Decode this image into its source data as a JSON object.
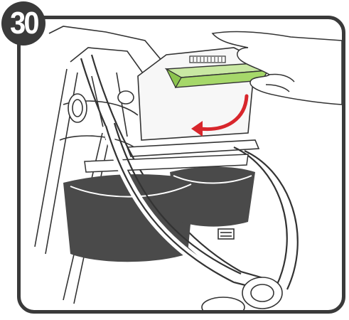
{
  "step": {
    "number": "30"
  },
  "colors": {
    "frame": "#3a3a3a",
    "arrow": "#d8262c",
    "insert": "#a6d86a",
    "basket": "#4a4a4a",
    "line": "#333333"
  },
  "icons": [
    "insert-panel",
    "curved-arrow",
    "hand",
    "stroller-frame",
    "storage-basket"
  ]
}
